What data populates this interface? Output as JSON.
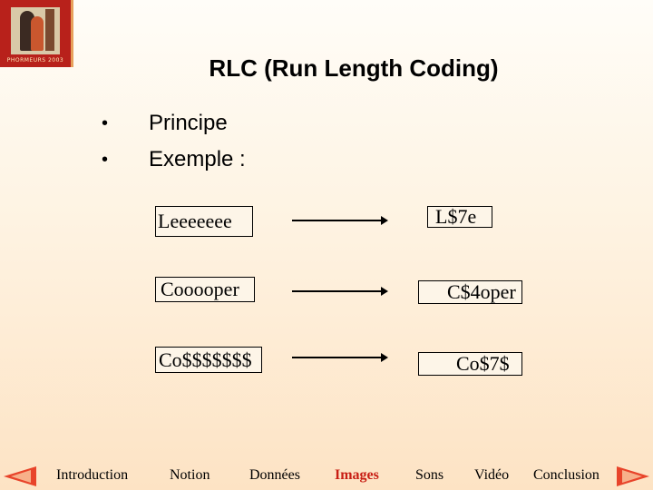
{
  "logo": {
    "caption": "PHORMEURS 2003"
  },
  "title": "RLC (Run Length Coding)",
  "bullets": [
    "Principe",
    "Exemple :"
  ],
  "examples": [
    {
      "input": "Leeeeeee",
      "output": "L$7e"
    },
    {
      "input": "Cooooper",
      "output": "C$4oper"
    },
    {
      "input": "Co$$$$$$$",
      "output": "Co$7$"
    }
  ],
  "nav": {
    "links": [
      "Introduction",
      "Notion",
      "Données",
      "Images",
      "Sons",
      "Vidéo",
      "Conclusion"
    ],
    "active": "Images",
    "active_color": "#c81e14"
  }
}
